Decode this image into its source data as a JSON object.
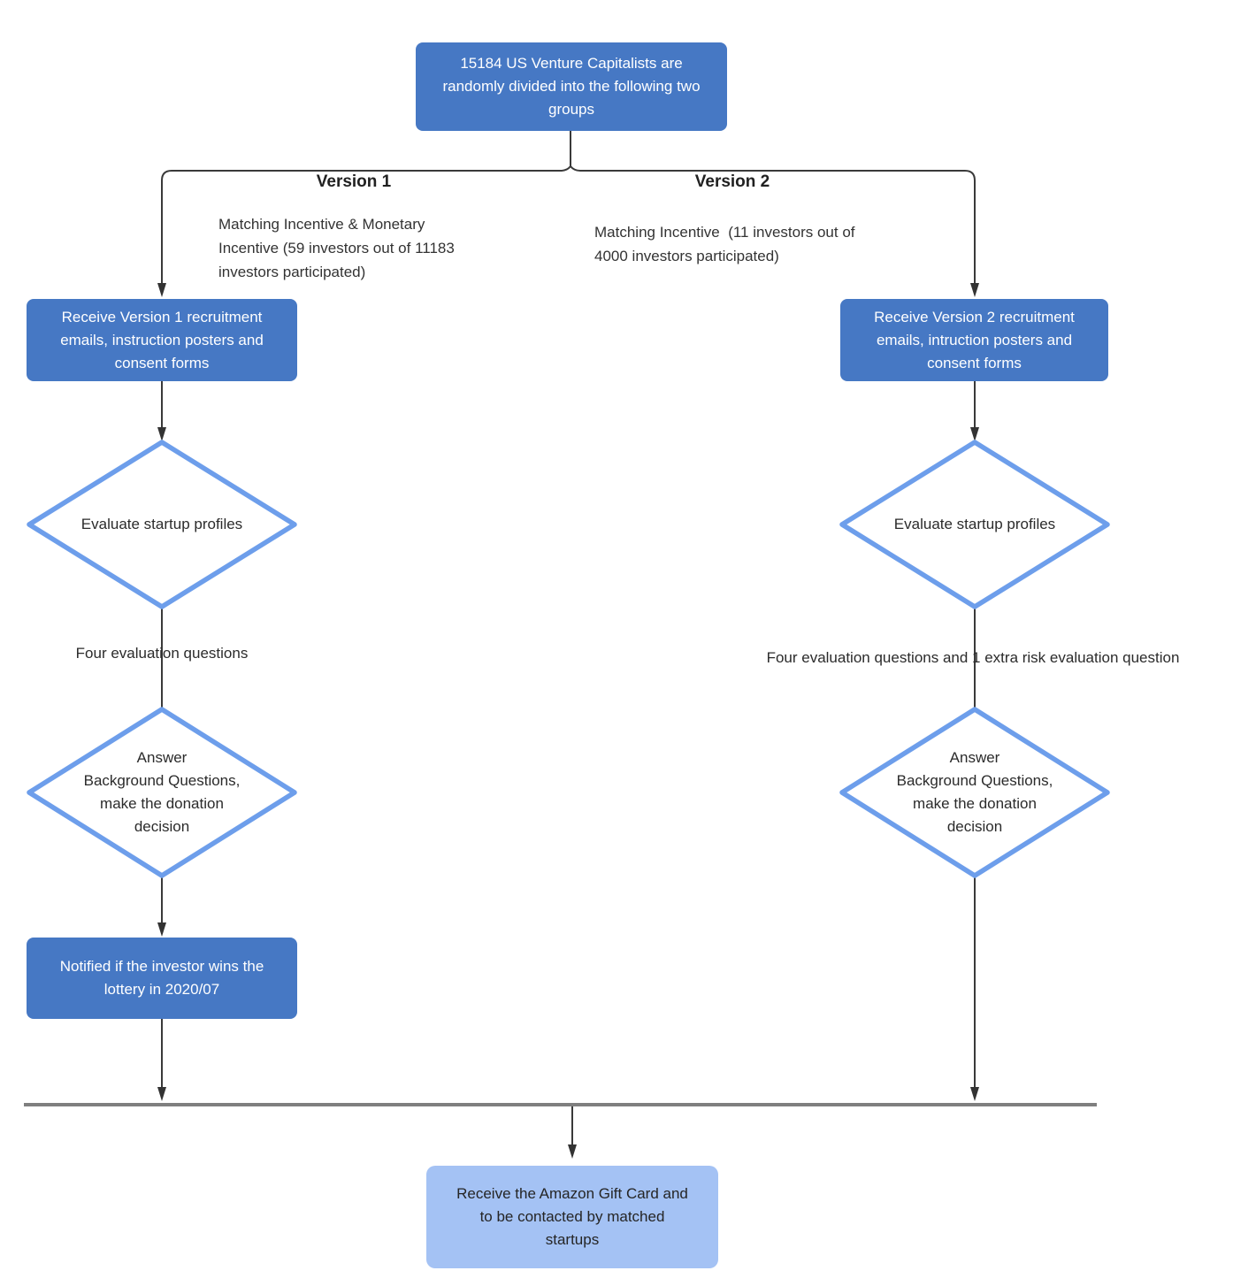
{
  "colors": {
    "node_fill": "#4678C4",
    "node_text": "#ffffff",
    "diamond_border": "#6D9EEB",
    "final_fill": "#A4C2F4",
    "connector": "#3a3a3a",
    "merge_bar": "#7f7f7f",
    "body_text": "#2e2e2e"
  },
  "root": {
    "label": "15184 US Venture Capitalists are randomly divided into the following two groups"
  },
  "branches": [
    {
      "title": "Version 1",
      "description": "Matching Incentive & Monetary Incentive (59 investors out of 11183 investors participated)",
      "receive": "Receive Version 1 recruitment emails, instruction posters and consent forms",
      "evaluate": "Evaluate startup profiles",
      "questions_label": "Four evaluation questions",
      "answer": "Answer\nBackground Questions,\nmake the donation\ndecision",
      "notify": "Notified if the investor wins the lottery in 2020/07"
    },
    {
      "title": "Version 2",
      "description": "Matching Incentive  (11 investors out of 4000 investors participated)",
      "receive": "Receive Version 2 recruitment emails, intruction posters and consent forms",
      "evaluate": "Evaluate startup profiles",
      "questions_label": "Four evaluation questions and 1 extra risk evaluation question",
      "answer": "Answer\nBackground Questions,\nmake the donation\ndecision"
    }
  ],
  "final": {
    "label": "Receive the Amazon Gift Card and to be contacted by matched startups"
  }
}
